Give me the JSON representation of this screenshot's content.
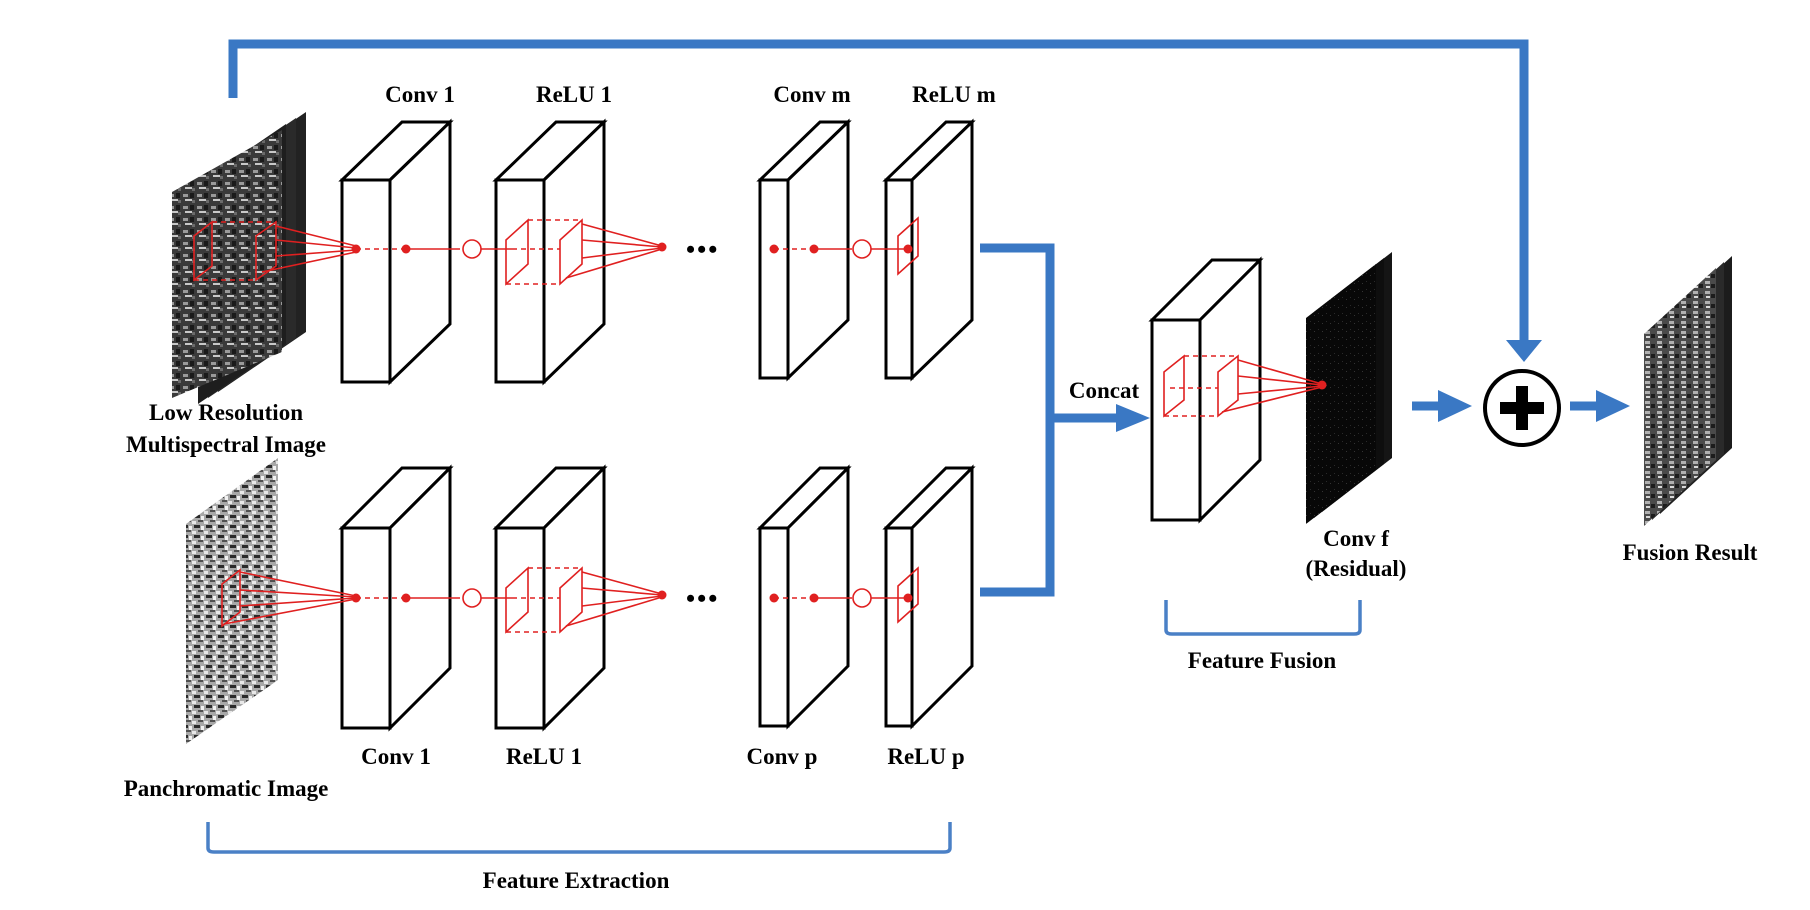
{
  "labels": {
    "conv1_top": "Conv 1",
    "relu1_top": "ReLU 1",
    "convm": "Conv m",
    "relum": "ReLU m",
    "conv1_bottom": "Conv 1",
    "relu1_bottom": "ReLU 1",
    "convp": "Conv p",
    "relup": "ReLU p",
    "ms_image_line1": "Low Resolution",
    "ms_image_line2": "Multispectral Image",
    "pan_image": "Panchromatic Image",
    "concat": "Concat",
    "convf_line1": "Conv f",
    "convf_line2": "(Residual)",
    "feature_fusion": "Feature Fusion",
    "feature_extraction": "Feature Extraction",
    "fusion_result": "Fusion Result",
    "ellipsis": "•••"
  },
  "colors": {
    "pipe": "#3a78c4",
    "bracket": "#4a80c6",
    "receptive_field": "#e02020",
    "block_stroke": "#000000"
  }
}
